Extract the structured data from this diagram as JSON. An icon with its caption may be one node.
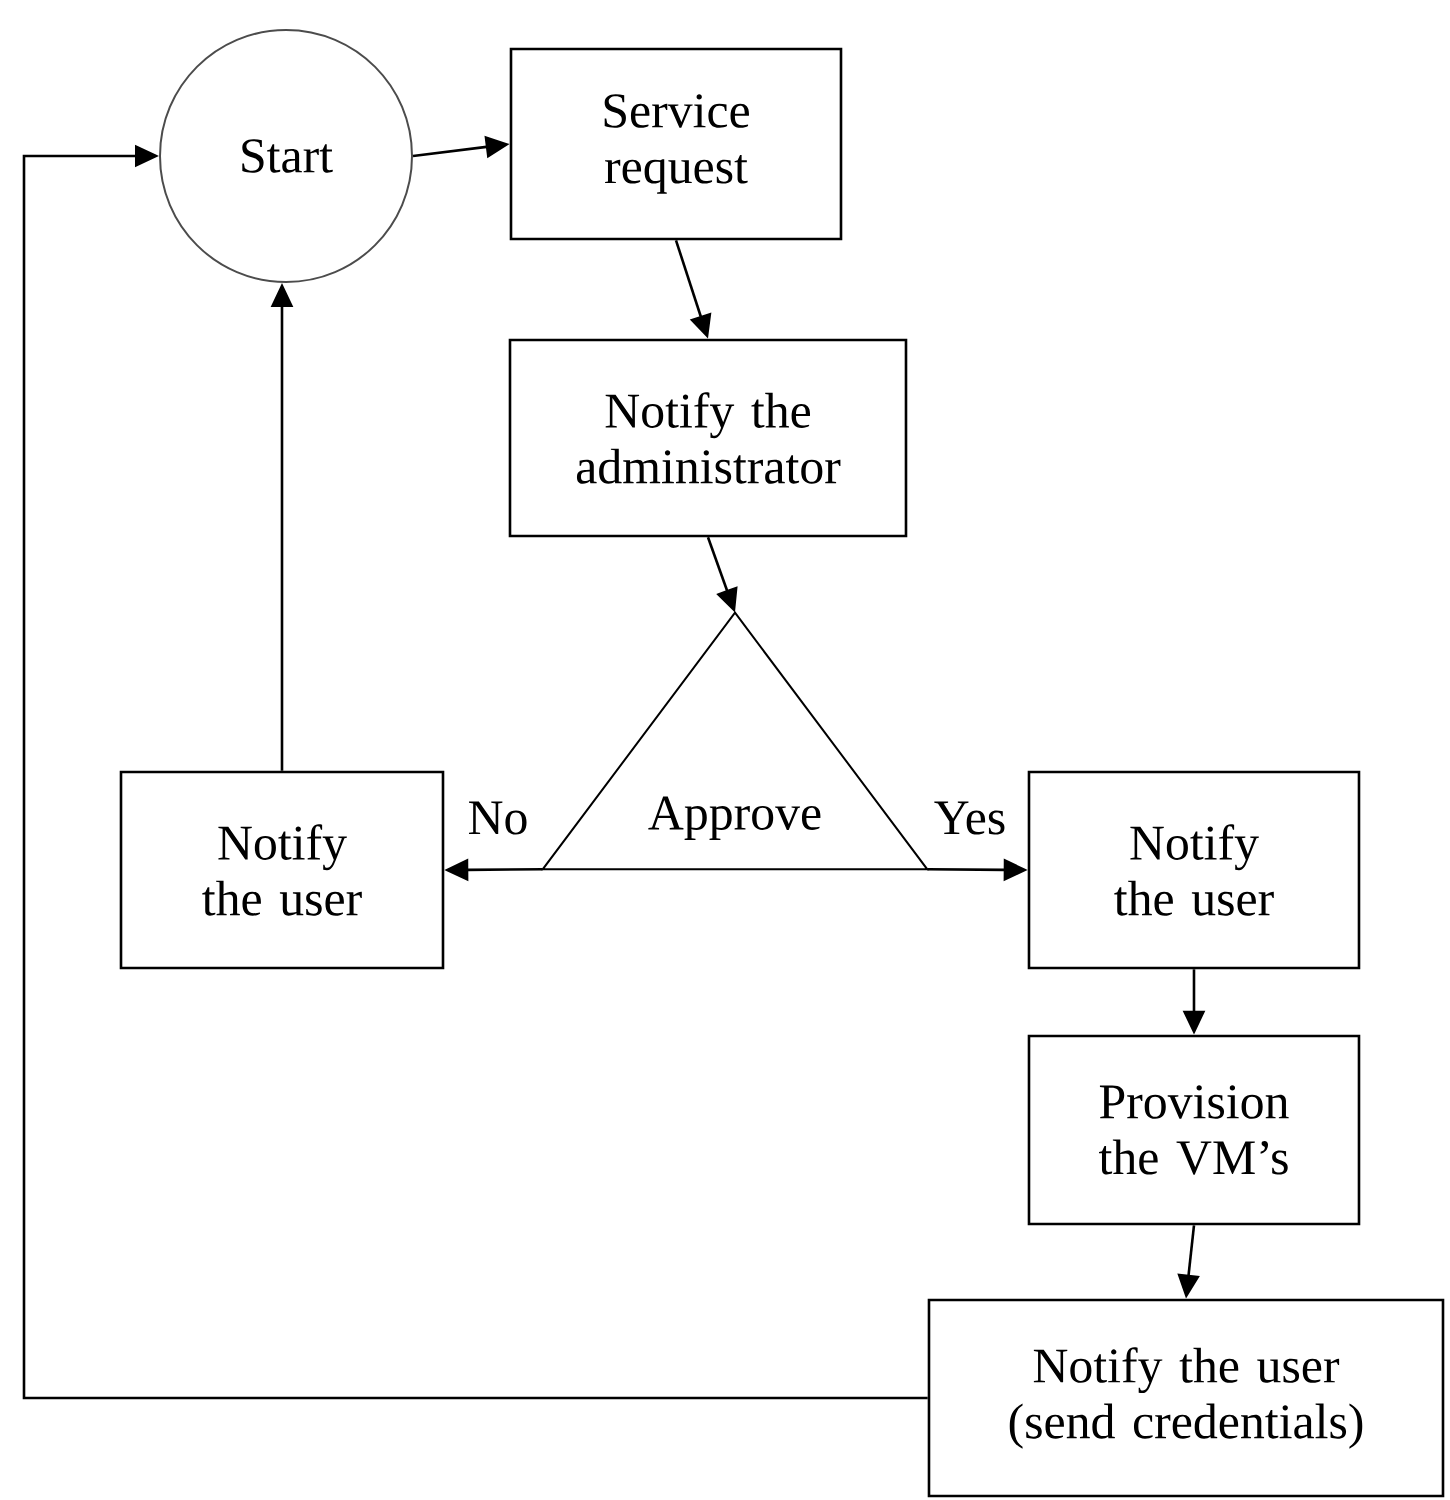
{
  "diagram": {
    "nodes": [
      {
        "text": [
          "Start"
        ]
      },
      {
        "text": [
          "Service request"
        ]
      },
      {
        "text": [
          "Notify the administrator"
        ]
      },
      {
        "text": [
          "Approve"
        ]
      },
      {
        "text": [
          "Notify the user"
        ]
      },
      {
        "text": [
          "Notify the user"
        ]
      },
      {
        "text": [
          "Provision the VM’s"
        ]
      },
      {
        "text": [
          "Notify the user (send credentials)"
        ]
      }
    ],
    "edges": [
      {
        "from": 0,
        "to": 1,
        "arrow": "to"
      },
      {
        "from": 1,
        "to": 2,
        "arrow": "to"
      },
      {
        "from": 2,
        "to": 3,
        "arrow": "to"
      },
      {
        "from": 3,
        "to": 4,
        "arrow": "to",
        "label": "No"
      },
      {
        "from": 3,
        "to": 5,
        "arrow": "to",
        "label": "Yes"
      },
      {
        "from": 4,
        "to": 0,
        "arrow": "to"
      },
      {
        "from": 5,
        "to": 6,
        "arrow": "to"
      },
      {
        "from": 6,
        "to": 7,
        "arrow": "to"
      },
      {
        "from": 7,
        "to": 0,
        "arrow": "to"
      }
    ]
  }
}
